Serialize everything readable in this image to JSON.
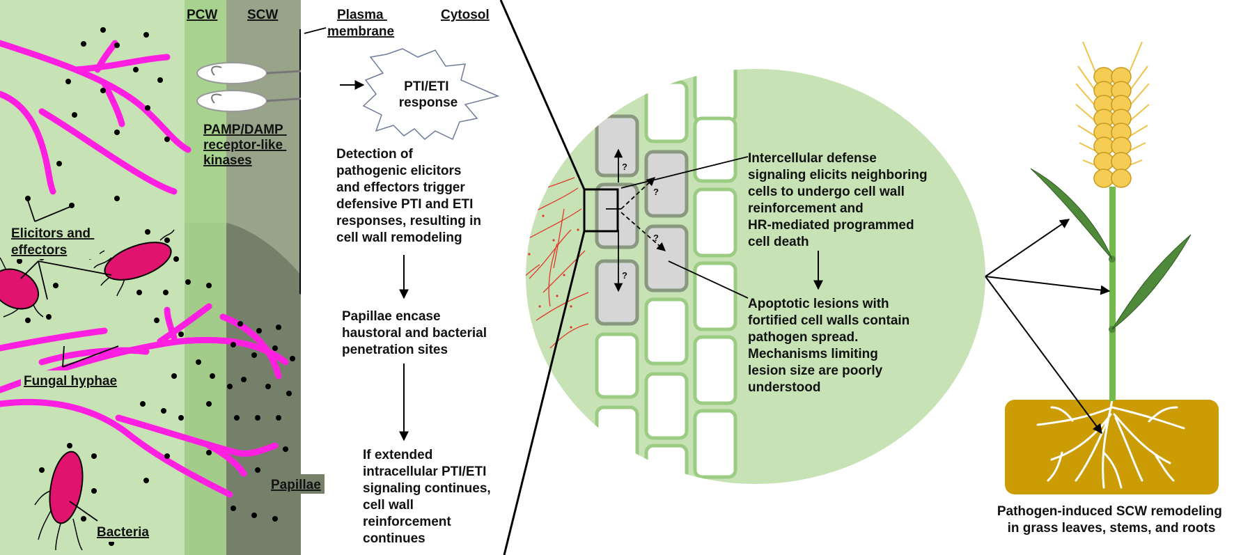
{
  "colors": {
    "apoplast": "#c7e2b5",
    "pcw": "#a8d38f",
    "scw": "#97a48a",
    "papilla": "#75806a",
    "hyphae": "#ff1fe0",
    "bacteria": "#e0136f",
    "cell_border": "#9ccc84",
    "cell_fill": "#d6d6d6",
    "lesion_line": "#e0392b",
    "soil": "#cc9c05",
    "leaf": "#4f8a3a",
    "stem": "#73bb4a",
    "spike": "#f5cd55",
    "awn": "#efc24a"
  },
  "labels": {
    "pcw": "PCW",
    "scw": "SCW",
    "plasma_membrane": [
      "Plasma",
      "membrane"
    ],
    "cytosol": "Cytosol",
    "pti_eti_response": [
      "PTI/ETI",
      "response"
    ],
    "receptor_kinases": [
      "PAMP/DAMP",
      "receptor-like",
      "kinases"
    ],
    "elicitors": [
      "Elicitors and",
      "effectors"
    ],
    "fungal_hyphae": "Fungal hyphae",
    "papillae": "Papillae",
    "bacteria": "Bacteria",
    "step1": [
      "Detection of",
      "pathogenic elicitors",
      "and effectors trigger",
      "defensive PTI and ETI",
      "responses, resulting in",
      "cell wall remodeling"
    ],
    "step2": [
      "Papillae encase",
      "haustoral and bacterial",
      "penetration sites"
    ],
    "step3": [
      "If extended",
      "intracellular PTI/ETI",
      "signaling continues,",
      "cell wall",
      "reinforcement",
      "continues"
    ],
    "intercellular": [
      "Intercellular defense",
      "signaling elicits neighboring",
      "cells to undergo cell wall",
      "reinforcement and",
      "HR-mediated programmed",
      "cell death"
    ],
    "apoptotic": [
      "Apoptotic lesions with",
      "fortified cell walls contain",
      "pathogen spread.",
      "Mechanisms limiting",
      "lesion size are poorly",
      "understood"
    ],
    "question_mark": "?",
    "plant_caption": [
      "Pathogen-induced SCW remodeling",
      "in grass leaves, stems, and roots"
    ]
  }
}
